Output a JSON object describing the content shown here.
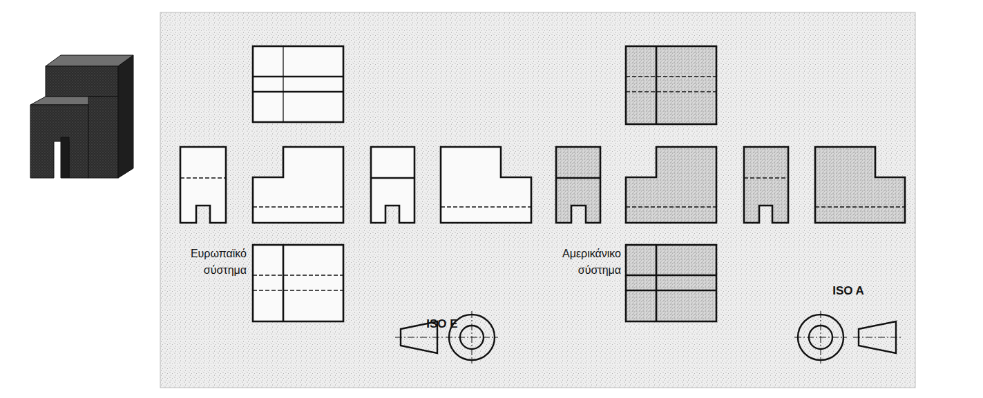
{
  "diagram": {
    "labels": [
      "Ευρωπαϊκό σύστημα",
      "Αμερικάνικο σύστημα",
      "ISO E",
      "ISO A"
    ]
  }
}
